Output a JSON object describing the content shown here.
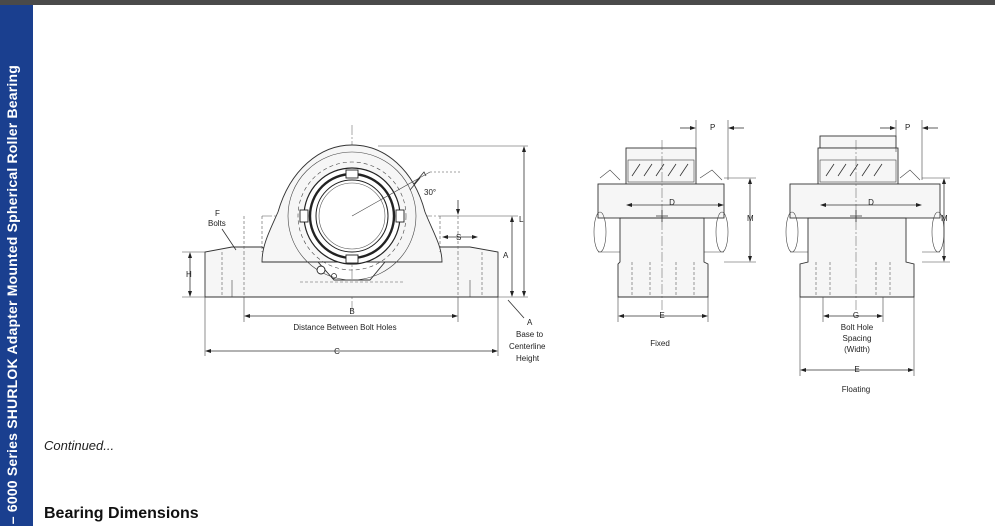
{
  "sidebar": {
    "title": "– 6000 Series SHURLOK Adapter Mounted Spherical Roller Bearing"
  },
  "drawing": {
    "labels": {
      "f_bolts_1": "F",
      "f_bolts_2": "Bolts",
      "h": "H",
      "angle": "30°",
      "l": "L",
      "s": "S",
      "a_side": "A",
      "b": "B",
      "distance_bolt_holes": "Distance Between Bolt Holes",
      "a_base": "A",
      "base_to": "Base to",
      "centerline": "Centerline",
      "height": "Height",
      "c": "C",
      "fixed_p": "P",
      "fixed_d": "D",
      "fixed_m": "M",
      "fixed_e": "E",
      "fixed_caption": "Fixed",
      "float_p": "P",
      "float_d": "D",
      "float_m": "M",
      "float_g": "G",
      "bolt_hole_1": "Bolt Hole",
      "bolt_hole_2": "Spacing",
      "bolt_hole_3": "(Width)",
      "float_e": "E",
      "floating_caption": "Floating"
    }
  },
  "continued": "Continued...",
  "section_heading": "Bearing Dimensions"
}
